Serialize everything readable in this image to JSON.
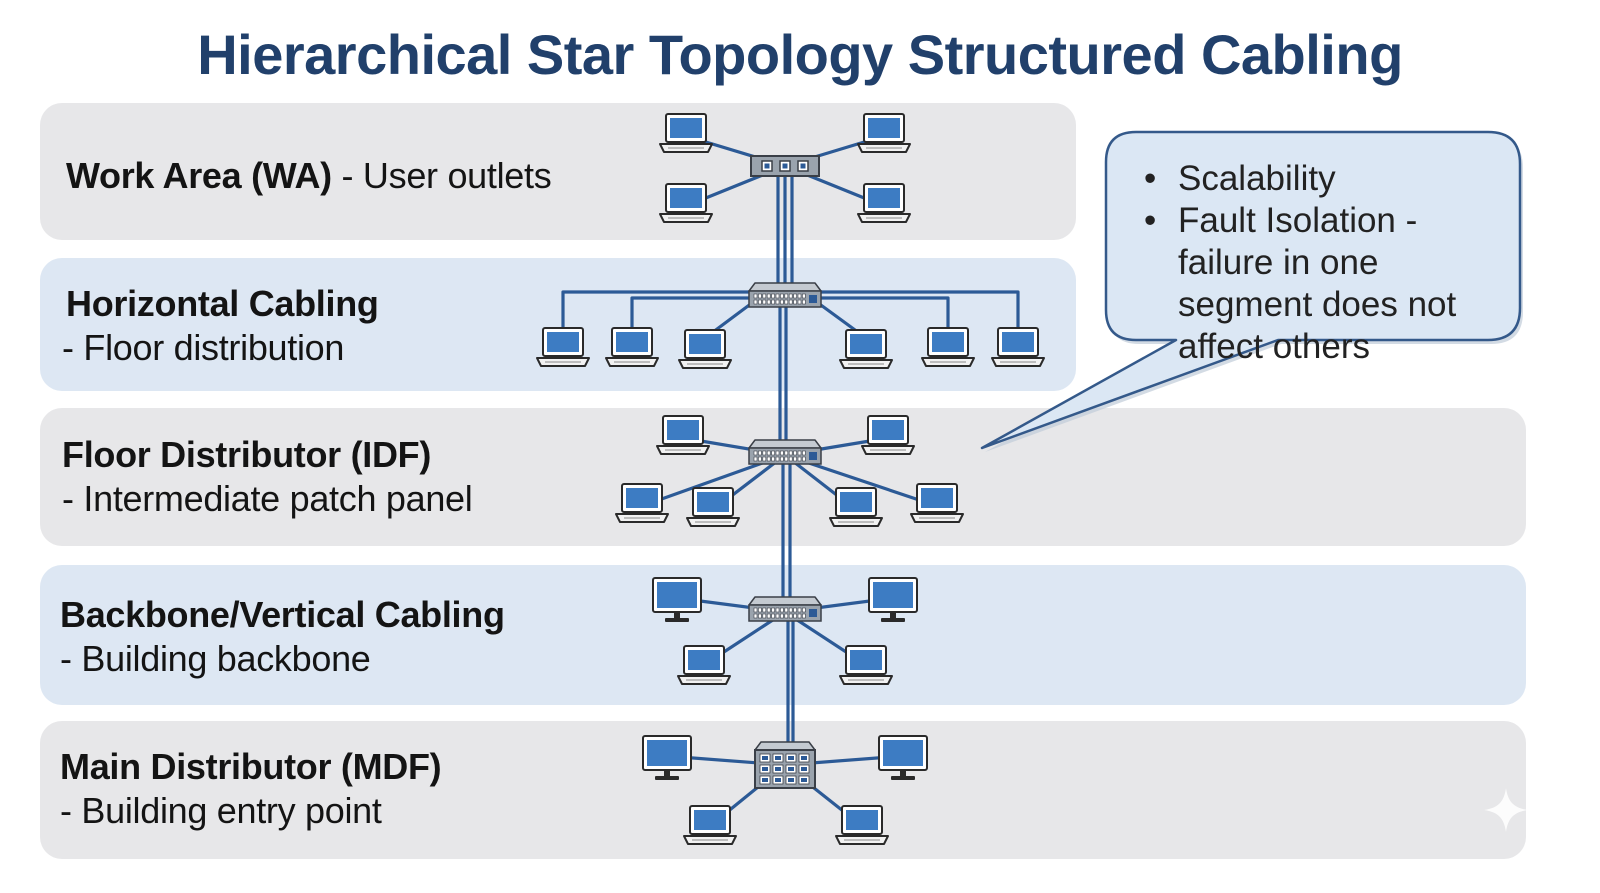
{
  "title": "Hierarchical Star Topology Structured Cabling",
  "colors": {
    "title": "#21406b",
    "band_gray": "#e7e7e9",
    "band_blue": "#dde7f3",
    "cable": "#2c5a96",
    "device_body": "#3d7cc3",
    "device_frame": "#2a2a2a",
    "switch_body": "#9aa3ad",
    "callout_fill": "#dbe7f4",
    "callout_stroke": "#34598a"
  },
  "layers": [
    {
      "name": "Work Area (WA)",
      "description": "- User outlets"
    },
    {
      "name": "Horizontal Cabling",
      "description": "- Floor distribution"
    },
    {
      "name": "Floor Distributor (IDF)",
      "description": "- Intermediate patch panel"
    },
    {
      "name": "Backbone/Vertical Cabling",
      "description": "- Building backbone"
    },
    {
      "name": "Main Distributor (MDF)",
      "description": "- Building entry point"
    }
  ],
  "callout": {
    "items": [
      "Scalability",
      "Fault Isolation - failure in one segment does not affect others"
    ]
  },
  "icons": {
    "laptop": "laptop-icon",
    "monitor": "monitor-icon",
    "switch": "switch-icon",
    "router": "router-icon",
    "sparkle": "sparkle-icon"
  }
}
